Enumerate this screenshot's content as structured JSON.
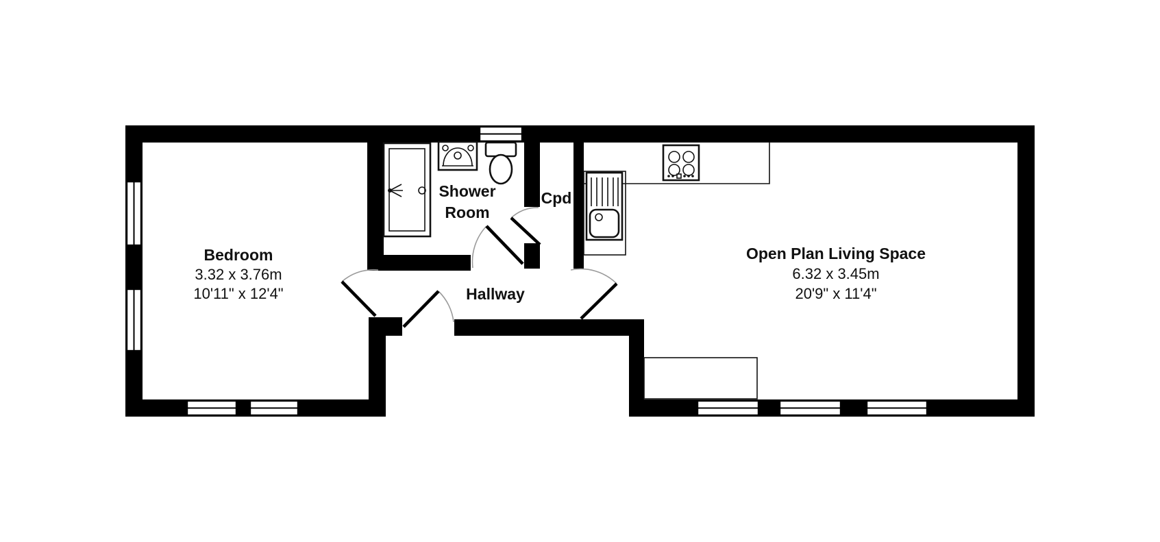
{
  "floorplan": {
    "colors": {
      "background": "#ffffff",
      "wall": "#000000",
      "fixture_line": "#111111",
      "door_arc": "#9a9a9a",
      "text": "#111111"
    },
    "rooms": {
      "bedroom": {
        "name": "Bedroom",
        "metric": "3.32 x 3.76m",
        "imperial": "10'11\" x 12'4\""
      },
      "shower_room": {
        "name_line1": "Shower",
        "name_line2": "Room"
      },
      "cupboard": {
        "name": "Cpd"
      },
      "hallway": {
        "name": "Hallway"
      },
      "living_space": {
        "name": "Open Plan Living Space",
        "metric": "6.32 x 3.45m",
        "imperial": "20'9\" x 11'4\""
      }
    },
    "fixtures": [
      "shower-cubicle",
      "wash-basin",
      "toilet",
      "kitchen-sink-drainer",
      "hob",
      "kitchen-worktop",
      "living-area-unit"
    ],
    "window_count": 8,
    "door_count": 5
  }
}
